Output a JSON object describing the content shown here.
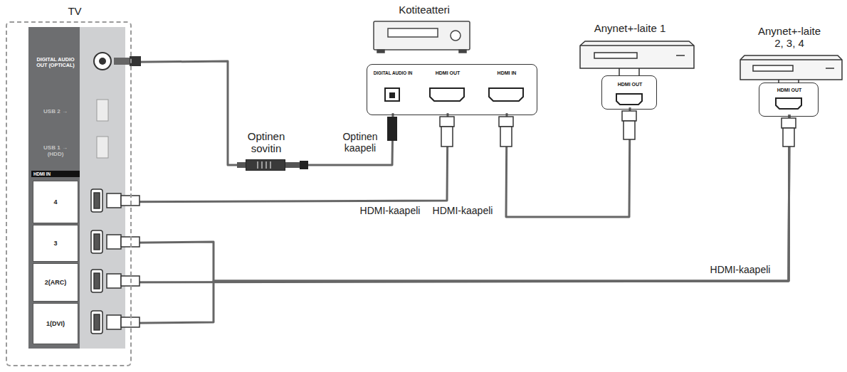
{
  "diagram": {
    "nodes": [
      {
        "text": [
          "TV"
        ]
      },
      {
        "text": [
          "DIGITAL AUDIO OUT (OPTICAL)"
        ],
        "in": 0
      },
      {
        "text": [
          "USB 2 →"
        ],
        "in": 0
      },
      {
        "text": [
          "USB 1 → (HDD)"
        ],
        "in": 0
      },
      {
        "text": [
          "HDMI IN"
        ],
        "in": 0
      },
      {
        "text": [
          "4"
        ],
        "in": 4
      },
      {
        "text": [
          "3"
        ],
        "in": 4
      },
      {
        "text": [
          "2(ARC)"
        ],
        "in": 4
      },
      {
        "text": [
          "1(DVI)"
        ],
        "in": 4
      },
      {
        "text": [
          "Kotiteatteri"
        ]
      },
      {
        "text": [
          "DIGITAL AUDIO IN"
        ],
        "in": 9
      },
      {
        "text": [
          "HDMI OUT"
        ],
        "in": 9
      },
      {
        "text": [
          "HDMI IN"
        ],
        "in": 9
      },
      {
        "text": [
          "Anynet+-laite 1"
        ]
      },
      {
        "text": [
          "HDMI OUT"
        ],
        "in": 13
      },
      {
        "text": [
          "Anynet+-laite 2, 3, 4"
        ]
      },
      {
        "text": [
          "HDMI OUT"
        ],
        "in": 15
      },
      {
        "text": [
          "Optinen sovitin"
        ]
      }
    ],
    "edges": [
      {
        "from": 1,
        "to": 17,
        "arrow": "none"
      },
      {
        "from": 17,
        "to": 10,
        "label": "Optinen kaapeli",
        "arrow": "none"
      },
      {
        "from": 5,
        "to": 11,
        "label": "HDMI-kaapeli",
        "arrow": "none"
      },
      {
        "from": 12,
        "to": 14,
        "label": "HDMI-kaapeli",
        "arrow": "none"
      },
      {
        "from": 7,
        "to": 16,
        "label": "HDMI-kaapeli",
        "arrow": "none"
      },
      {
        "from": 6,
        "to": 16,
        "arrow": "none"
      },
      {
        "from": 8,
        "to": 16,
        "arrow": "none"
      }
    ]
  }
}
